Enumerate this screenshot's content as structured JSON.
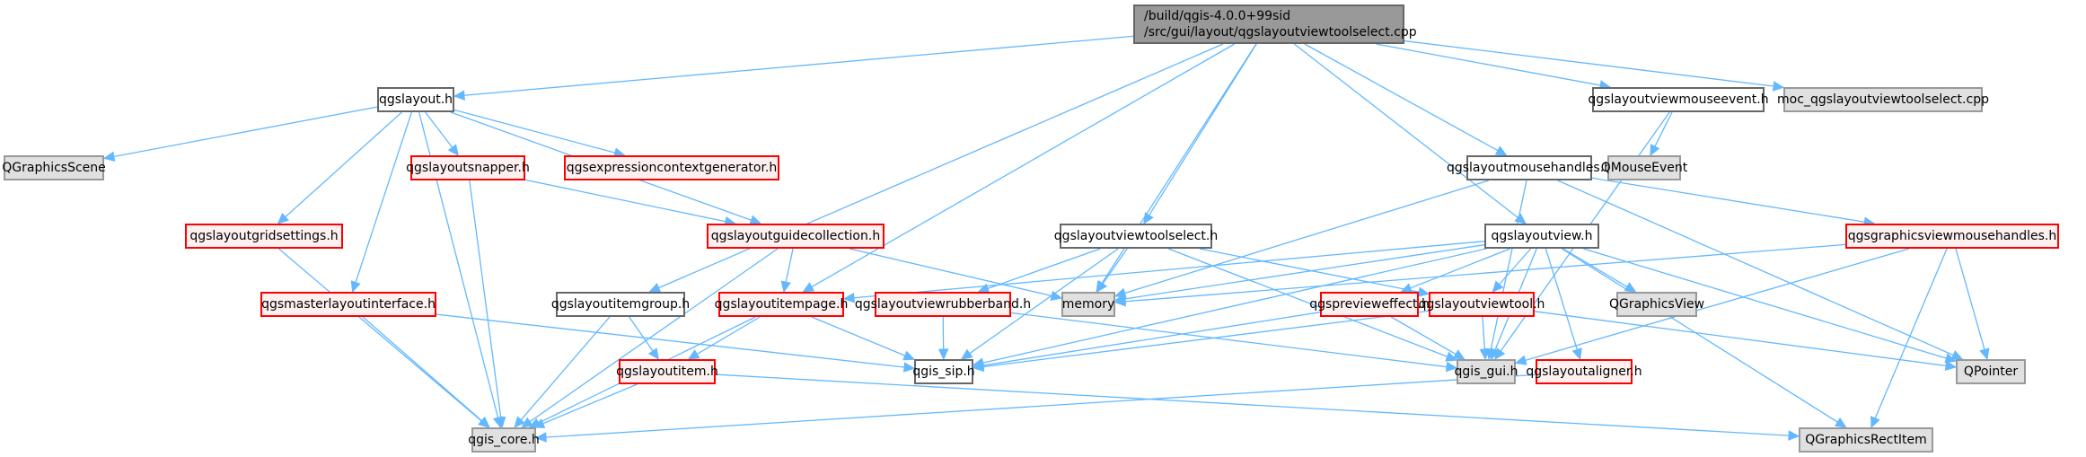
{
  "diagram": {
    "type": "include-dependency-graph",
    "colors": {
      "edge": "#63b8ff",
      "root_fill": "#999999",
      "plain_fill": "#ffffff",
      "external_fill": "#e0e0e0",
      "incomplete_fill": "#fff0f0",
      "incomplete_border": "#ff0000"
    },
    "nodes": {
      "root": {
        "line1": "/build/qgis-4.0.0+99sid",
        "line2": "/src/gui/layout/qgslayoutviewtoolselect.cpp"
      },
      "qgslayout_h": "qgslayout.h",
      "qgraphicsscene": "QGraphicsScene",
      "qgslayoutsnapper_h": "qgslayoutsnapper.h",
      "qgsexpressioncontextgenerator_h": "qgsexpressioncontextgenerator.h",
      "qgslayoutgridsettings_h": "qgslayoutgridsettings.h",
      "qgslayoutguidecollection_h": "qgslayoutguidecollection.h",
      "qgsmasterlayoutinterface_h": "qgsmasterlayoutinterface.h",
      "qgslayoutitemgroup_h": "qgslayoutitemgroup.h",
      "qgslayoutitempage_h": "qgslayoutitempage.h",
      "qgslayoutitem_h": "qgslayoutitem.h",
      "qgis_core_h": "qgis_core.h",
      "qgslayoutviewtoolselect_h": "qgslayoutviewtoolselect.h",
      "qgslayoutviewrubberband_h": "qgslayoutviewrubberband.h",
      "memory": "memory",
      "qgis_sip_h": "qgis_sip.h",
      "qgslayoutmousehandles_h": "qgslayoutmousehandles.h",
      "qgslayoutview_h": "qgslayoutview.h",
      "qgspreviewefect_h": "qgspreviewеffect.h",
      "qgslayoutviewtool_h": "qgslayoutviewtool.h",
      "qgis_gui_h": "qgis_gui.h",
      "qgslayoutaligner_h": "qgslayoutaligner.h",
      "qgraphicsview": "QGraphicsView",
      "qgslayoutviewmouseevent_h": "qgslayoutviewmouseevent.h",
      "qmouseevent": "QMouseEvent",
      "moc_cpp": "moc_qgslayoutviewtoolselect.cpp",
      "qgsgraphicsviewmousehandles_h": "qgsgraphicsviewmousehandles.h",
      "qpointer": "QPointer",
      "qgraphicsrectitem": "QGraphicsRectItem"
    },
    "edges": [
      [
        "root",
        "qgslayout_h"
      ],
      [
        "root",
        "qgslayoutitemgroup_h"
      ],
      [
        "root",
        "qgslayoutitempage_h"
      ],
      [
        "root",
        "qgslayoutviewtoolselect_h"
      ],
      [
        "root",
        "memory"
      ],
      [
        "root",
        "qgslayoutmousehandles_h"
      ],
      [
        "root",
        "qgslayoutview_h"
      ],
      [
        "root",
        "qgslayoutviewmouseevent_h"
      ],
      [
        "root",
        "moc_cpp"
      ],
      [
        "qgslayout_h",
        "qgraphicsscene"
      ],
      [
        "qgslayout_h",
        "qgslayoutsnapper_h"
      ],
      [
        "qgslayout_h",
        "qgsexpressioncontextgenerator_h"
      ],
      [
        "qgslayout_h",
        "qgslayoutgridsettings_h"
      ],
      [
        "qgslayout_h",
        "qgslayoutguidecollection_h"
      ],
      [
        "qgslayout_h",
        "qgsmasterlayoutinterface_h"
      ],
      [
        "qgslayout_h",
        "qgis_core_h"
      ],
      [
        "qgslayoutsnapper_h",
        "qgslayoutguidecollection_h"
      ],
      [
        "qgslayoutsnapper_h",
        "qgis_core_h"
      ],
      [
        "qgslayoutgridsettings_h",
        "qgis_core_h"
      ],
      [
        "qgslayoutguidecollection_h",
        "qgslayoutitempage_h"
      ],
      [
        "qgslayoutguidecollection_h",
        "memory"
      ],
      [
        "qgslayoutguidecollection_h",
        "qgis_core_h"
      ],
      [
        "qgsmasterlayoutinterface_h",
        "qgis_core_h"
      ],
      [
        "qgsmasterlayoutinterface_h",
        "qgis_sip_h"
      ],
      [
        "qgslayoutitemgroup_h",
        "qgslayoutitem_h"
      ],
      [
        "qgslayoutitemgroup_h",
        "qgis_core_h"
      ],
      [
        "qgslayoutitempage_h",
        "qgslayoutitem_h"
      ],
      [
        "qgslayoutitempage_h",
        "qgis_sip_h"
      ],
      [
        "qgslayoutitempage_h",
        "qgis_core_h"
      ],
      [
        "qgslayoutitem_h",
        "qgis_core_h"
      ],
      [
        "qgslayoutitem_h",
        "qgraphicsrectitem"
      ],
      [
        "qgslayoutviewtoolselect_h",
        "qgslayoutviewrubberband_h"
      ],
      [
        "qgslayoutviewtoolselect_h",
        "memory"
      ],
      [
        "qgslayoutviewtoolselect_h",
        "qgslayoutviewtool_h"
      ],
      [
        "qgslayoutviewtoolselect_h",
        "qgis_sip_h"
      ],
      [
        "qgslayoutviewtoolselect_h",
        "qgis_gui_h"
      ],
      [
        "qgslayoutviewrubberband_h",
        "qgis_sip_h"
      ],
      [
        "qgslayoutviewrubberband_h",
        "qgis_gui_h"
      ],
      [
        "qgslayoutmousehandles_h",
        "memory"
      ],
      [
        "qgslayoutmousehandles_h",
        "qgsgraphicsviewmousehandles_h"
      ],
      [
        "qgslayoutmousehandles_h",
        "qgis_gui_h"
      ],
      [
        "qgslayoutmousehandles_h",
        "qpointer"
      ],
      [
        "qgslayoutview_h",
        "qgslayoutitempage_h"
      ],
      [
        "qgslayoutview_h",
        "memory"
      ],
      [
        "qgslayoutview_h",
        "qgspreviewefect_h"
      ],
      [
        "qgslayoutview_h",
        "qgslayoutviewtool_h"
      ],
      [
        "qgslayoutview_h",
        "qgis_sip_h"
      ],
      [
        "qgslayoutview_h",
        "qgis_gui_h"
      ],
      [
        "qgslayoutview_h",
        "qgslayoutaligner_h"
      ],
      [
        "qgslayoutview_h",
        "qgraphicsview"
      ],
      [
        "qgslayoutview_h",
        "qpointer"
      ],
      [
        "qgslayoutview_h",
        "qgraphicsrectitem"
      ],
      [
        "qgspreviewefect_h",
        "qgis_sip_h"
      ],
      [
        "qgspreviewefect_h",
        "qgis_gui_h"
      ],
      [
        "qgslayoutviewtool_h",
        "qgis_sip_h"
      ],
      [
        "qgslayoutviewtool_h",
        "qgis_gui_h"
      ],
      [
        "qgslayoutviewtool_h",
        "qpointer"
      ],
      [
        "qgslayoutaligner_h",
        "qgis_core_h"
      ],
      [
        "qgslayoutviewmouseevent_h",
        "qmouseevent"
      ],
      [
        "qgslayoutviewmouseevent_h",
        "qgis_gui_h"
      ],
      [
        "qgsgraphicsviewmousehandles_h",
        "memory"
      ],
      [
        "qgsgraphicsviewmousehandles_h",
        "qgis_gui_h"
      ],
      [
        "qgsgraphicsviewmousehandles_h",
        "qpointer"
      ],
      [
        "qgsgraphicsviewmousehandles_h",
        "qgraphicsrectitem"
      ]
    ]
  }
}
